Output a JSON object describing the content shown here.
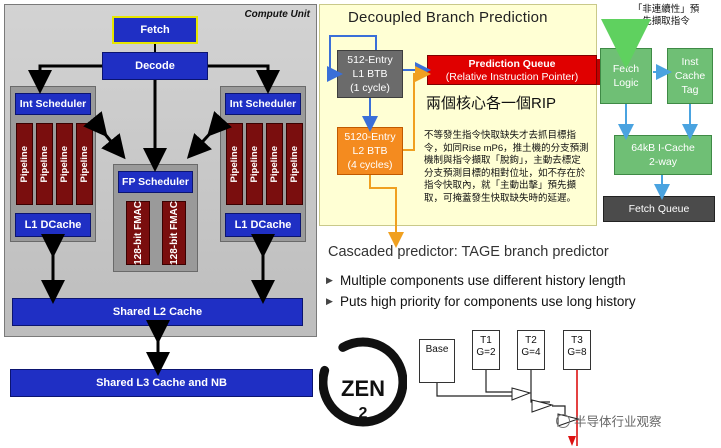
{
  "compute_unit": {
    "label": "Compute Unit",
    "fetch": "Fetch",
    "decode": "Decode",
    "int_scheduler_left": "Int Scheduler",
    "int_scheduler_right": "Int Scheduler",
    "pipeline_label": "Pipeline",
    "l1_dcache_left": "L1 DCache",
    "l1_dcache_right": "L1 DCache",
    "fp_scheduler": "FP Scheduler",
    "fmac_left": "128-bit FMAC",
    "fmac_right": "128-bit FMAC",
    "shared_l2": "Shared L2 Cache",
    "shared_l3": "Shared L3 Cache and NB"
  },
  "branch_prediction": {
    "title": "Decoupled Branch Prediction",
    "l1_btb": [
      "512-Entry",
      "L1 BTB",
      "(1 cycle)"
    ],
    "l2_btb": [
      "5120-Entry",
      "L2 BTB",
      "(4 cycles)"
    ],
    "prediction_queue": "Prediction Queue",
    "prediction_queue_sub": "(Relative Instruction Pointer)",
    "subtitle_cn": "兩個核心各一個RIP",
    "paragraph_cn": "不等發生指令快取缺失才去抓目標指令，如同Rise mP6，推土機的分支預測機制與指令擷取「脫鉤」，主動去標定分支預測目標的相對位址，如不存在於指令快取內，就「主動出擊」預先擷取，可掩蓋發生快取缺失時的延遲。"
  },
  "fetch": {
    "top_note": "「非連續性」預先擷取指令",
    "fetch_logic": [
      "Fetch",
      "Logic"
    ],
    "inst_cache_tag": [
      "Inst",
      "Cache",
      "Tag"
    ],
    "icache": [
      "64kB I-Cache",
      "2-way"
    ],
    "fetch_queue": "Fetch Queue"
  },
  "cascaded": {
    "title": "Cascaded predictor: TAGE branch predictor",
    "bullets": [
      "Multiple components use different history length",
      "Puts high priority for components use long history"
    ]
  },
  "tage": {
    "base": "Base",
    "t1": [
      "T1",
      "G=2"
    ],
    "t2": [
      "T2",
      "G=4"
    ],
    "t3": [
      "T3",
      "G=8"
    ]
  },
  "logo": {
    "text": "ZEN 2"
  },
  "watermark": {
    "text": "半导体行业观察"
  },
  "colors": {
    "block_blue": "#1f2fc4",
    "pipeline_red": "#7a0e0e",
    "panel_yellow": "#ffffd4",
    "prediction_red": "#e00000",
    "btb_orange": "#f48b1f",
    "fetch_green": "#6fbf75"
  }
}
